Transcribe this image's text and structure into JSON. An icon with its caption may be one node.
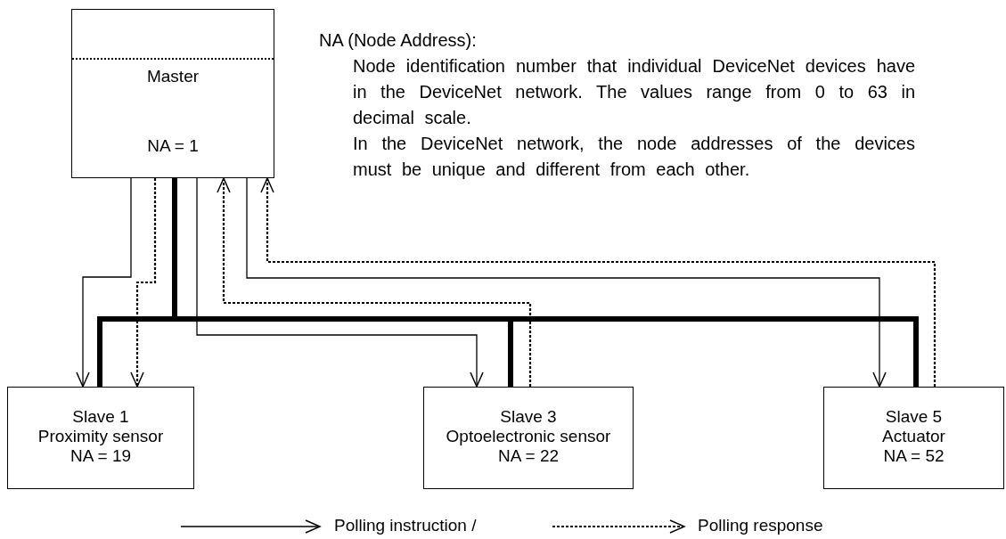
{
  "diagram": {
    "nodes": [
      {
        "text": [
          "Master",
          "NA = 1"
        ]
      },
      {
        "text": [
          "Slave 1",
          "Proximity sensor",
          "NA = 19"
        ]
      },
      {
        "text": [
          "Slave 3",
          "Optoelectronic sensor",
          "NA = 22"
        ]
      },
      {
        "text": [
          "Slave 5",
          "Actuator",
          "NA = 52"
        ]
      }
    ],
    "edges": [
      {
        "from": 0,
        "to": 1,
        "arrow": "none",
        "style": "thick"
      },
      {
        "from": 0,
        "to": 2,
        "arrow": "none",
        "style": "thick"
      },
      {
        "from": 0,
        "to": 3,
        "arrow": "none",
        "style": "thick"
      },
      {
        "from": 0,
        "to": 1,
        "arrow": "to"
      },
      {
        "from": 0,
        "to": 1,
        "arrow": "to",
        "style": "dashed"
      },
      {
        "from": 0,
        "to": 2,
        "arrow": "to"
      },
      {
        "from": 2,
        "to": 0,
        "arrow": "to",
        "style": "dashed"
      },
      {
        "from": 0,
        "to": 3,
        "arrow": "to"
      },
      {
        "from": 3,
        "to": 0,
        "arrow": "to",
        "style": "dashed"
      }
    ],
    "labels": [
      "NA (Node Address):",
      "Node identification number that individual DeviceNet devices have in the DeviceNet network. The values range from 0 to 63 in decimal scale.",
      "In the DeviceNet network, the node addresses of the devices must be unique and different from each other."
    ],
    "legend": [
      {
        "text": "Polling instruction /"
      },
      {
        "text": "Polling response"
      }
    ]
  }
}
